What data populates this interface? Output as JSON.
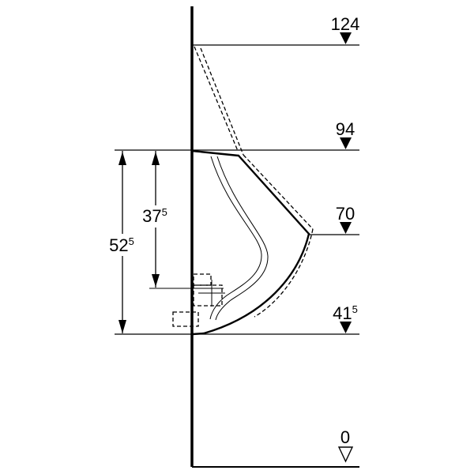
{
  "diagram": {
    "colors": {
      "line": "#000000",
      "background": "#ffffff"
    },
    "dimensions": {
      "right": [
        {
          "label": "124",
          "sup": ""
        },
        {
          "label": "94",
          "sup": ""
        },
        {
          "label": "70",
          "sup": ""
        },
        {
          "label": "41",
          "sup": "5"
        },
        {
          "label": "0",
          "sup": ""
        }
      ],
      "left": [
        {
          "label": "52",
          "sup": "5"
        },
        {
          "label": "37",
          "sup": "5"
        }
      ]
    }
  }
}
